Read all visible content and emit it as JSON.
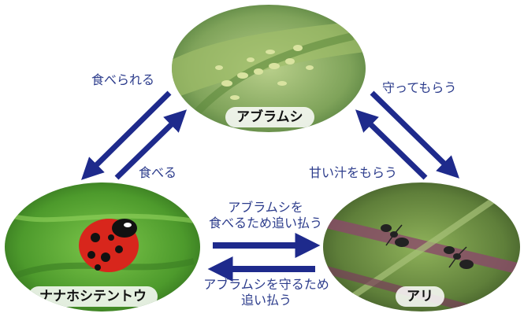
{
  "organisms": {
    "aphid": {
      "name": "アブラムシ"
    },
    "ladybug": {
      "name": "ナナホシテントウ"
    },
    "ant": {
      "name": "アリ"
    }
  },
  "relations": {
    "eaten": "食べられる",
    "eats": "食べる",
    "protected": "守ってもらう",
    "honeydew": "甘い汁をもらう",
    "ladybug_to_ant_line1": "アブラムシを",
    "ladybug_to_ant_line2": "食べるため追い払う",
    "ant_to_ladybug_line1": "アブラムシを守るため",
    "ant_to_ladybug_line2": "追い払う"
  },
  "colors": {
    "arrow": "#1e2a8c",
    "label_text": "#2c3c8c"
  }
}
